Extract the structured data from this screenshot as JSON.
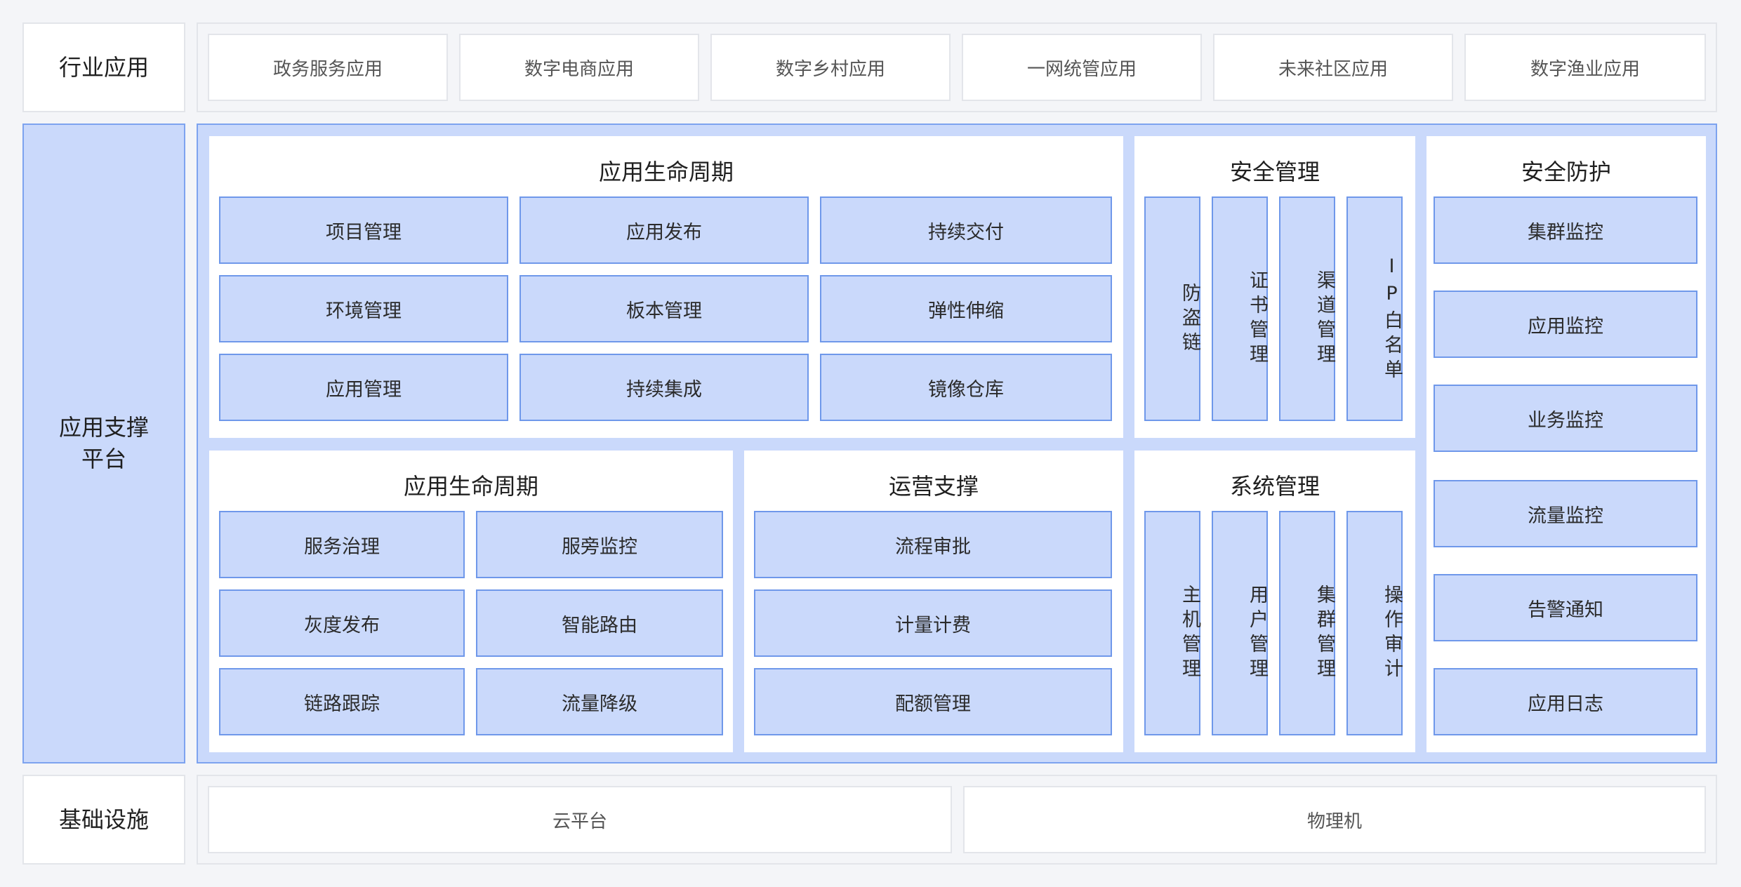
{
  "industry": {
    "label": "行业应用",
    "apps": [
      "政务服务应用",
      "数字电商应用",
      "数字乡村应用",
      "一网统管应用",
      "未来社区应用",
      "数字渔业应用"
    ]
  },
  "platform": {
    "label": "应用支撑平台",
    "lifecycle_top": {
      "title": "应用生命周期",
      "items": [
        "项目管理",
        "应用发布",
        "持续交付",
        "环境管理",
        "板本管理",
        "弹性伸缩",
        "应用管理",
        "持续集成",
        "镜像仓库"
      ]
    },
    "security_mgmt": {
      "title": "安全管理",
      "items": [
        "防盗链",
        "证书管理",
        "渠道管理",
        "IP白名单"
      ]
    },
    "security_protect": {
      "title": "安全防护",
      "items": [
        "集群监控",
        "应用监控",
        "业务监控",
        "流量监控",
        "告警通知",
        "应用日志"
      ]
    },
    "lifecycle_bottom": {
      "title": "应用生命周期",
      "items": [
        "服务治理",
        "服旁监控",
        "灰度发布",
        "智能路由",
        "链路跟踪",
        "流量降级"
      ]
    },
    "operations": {
      "title": "运营支撑",
      "items": [
        "流程审批",
        "计量计费",
        "配额管理"
      ]
    },
    "system_mgmt": {
      "title": "系统管理",
      "items": [
        "主机管理",
        "用户管理",
        "集群管理",
        "操作审计"
      ]
    }
  },
  "infra": {
    "label": "基础设施",
    "items": [
      "云平台",
      "物理机"
    ]
  }
}
